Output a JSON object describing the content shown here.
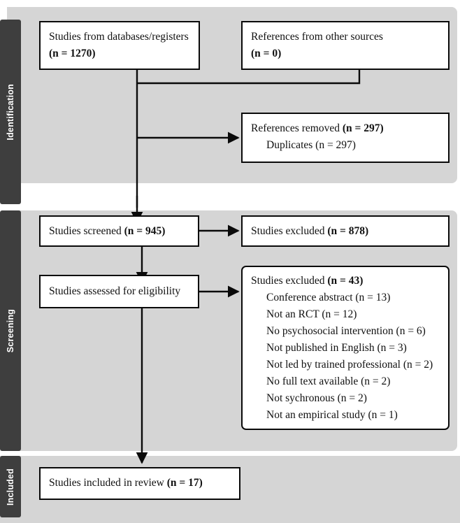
{
  "figure": {
    "type": "prisma-flow-diagram",
    "colors": {
      "band_background": "#d5d5d5",
      "phase_tab": "#3e3e3e",
      "phase_tab_text": "#ffffff",
      "box_background": "#ffffff",
      "box_border": "#0a0a0a",
      "text": "#101010",
      "page_background": "#ffffff"
    }
  },
  "phases": [
    {
      "id": "identification",
      "label": "Identification"
    },
    {
      "id": "screening",
      "label": "Screening"
    },
    {
      "id": "included",
      "label": "Included"
    }
  ],
  "boxes": {
    "databases": {
      "line1": "Studies from databases/registers",
      "line2_prefix": "(n = 1270)",
      "n": 1270
    },
    "other_sources": {
      "line1": "References from other sources",
      "line2_prefix": "(n = 0)",
      "n": 0
    },
    "references_removed": {
      "line1_text": "References removed ",
      "line1_bold": "(n = 297)",
      "line2": "Duplicates (n = 297)",
      "n": 297,
      "duplicates": 297
    },
    "studies_screened": {
      "text": "Studies screened ",
      "bold": "(n = 945)",
      "n": 945
    },
    "studies_excluded_screen": {
      "text": "Studies excluded ",
      "bold": "(n = 878)",
      "n": 878
    },
    "studies_assessed": {
      "text": "Studies assessed for eligibility"
    },
    "studies_excluded_eligibility": {
      "header_text": "Studies excluded ",
      "header_bold": "(n = 43)",
      "n": 43,
      "reasons": [
        {
          "label": "Conference abstract (n = 13)",
          "n": 13
        },
        {
          "label": "Not an RCT (n = 12)",
          "n": 12
        },
        {
          "label": "No psychosocial intervention (n = 6)",
          "n": 6
        },
        {
          "label": "Not published in English (n = 3)",
          "n": 3
        },
        {
          "label": "Not led by trained professional  (n = 2)",
          "n": 2
        },
        {
          "label": "No full text available (n = 2)",
          "n": 2
        },
        {
          "label": "Not sychronous (n = 2)",
          "n": 2
        },
        {
          "label": "Not an empirical study (n = 1)",
          "n": 1
        }
      ]
    },
    "studies_included": {
      "text": "Studies included in review ",
      "bold": "(n = 17)",
      "n": 17
    }
  },
  "chart_data": {
    "type": "diagram",
    "title": "PRISMA flow diagram",
    "nodes": [
      {
        "id": "databases",
        "phase": "identification",
        "label": "Studies from databases/registers (n = 1270)",
        "value": 1270
      },
      {
        "id": "other_sources",
        "phase": "identification",
        "label": "References from other sources (n = 0)",
        "value": 0
      },
      {
        "id": "references_removed",
        "phase": "identification",
        "label": "References removed (n = 297); Duplicates (n = 297)",
        "value": 297
      },
      {
        "id": "studies_screened",
        "phase": "screening",
        "label": "Studies screened (n = 945)",
        "value": 945
      },
      {
        "id": "excluded_screening",
        "phase": "screening",
        "label": "Studies excluded (n = 878)",
        "value": 878
      },
      {
        "id": "studies_assessed",
        "phase": "screening",
        "label": "Studies assessed for eligibility",
        "value": null
      },
      {
        "id": "excluded_eligibility",
        "phase": "screening",
        "label": "Studies excluded (n = 43)",
        "value": 43
      },
      {
        "id": "studies_included",
        "phase": "included",
        "label": "Studies included in review (n = 17)",
        "value": 17
      }
    ],
    "edges": [
      {
        "from": "databases",
        "to": "references_removed"
      },
      {
        "from": "other_sources",
        "to": "references_removed"
      },
      {
        "from": "databases",
        "to": "studies_screened"
      },
      {
        "from": "studies_screened",
        "to": "excluded_screening"
      },
      {
        "from": "studies_screened",
        "to": "studies_assessed"
      },
      {
        "from": "studies_assessed",
        "to": "excluded_eligibility"
      },
      {
        "from": "studies_assessed",
        "to": "studies_included"
      }
    ]
  }
}
